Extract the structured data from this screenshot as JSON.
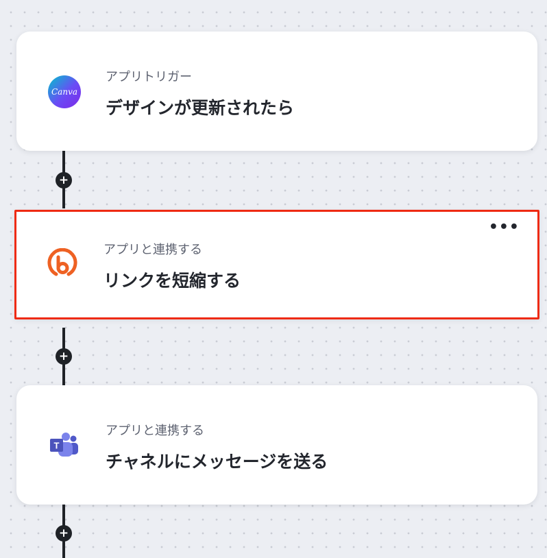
{
  "colors": {
    "canvas_background": "#eceef3",
    "connector": "#1f2227",
    "selection_border": "#ee2a12",
    "bitly_orange": "#ee6123",
    "teams_purple": "#5059c9"
  },
  "flow": {
    "steps": [
      {
        "icon": "canva-logo",
        "logo_text": "Canva",
        "subtitle": "アプリトリガー",
        "title": "デザインが更新されたら",
        "selected": false
      },
      {
        "icon": "bitly-logo",
        "subtitle": "アプリと連携する",
        "title": "リンクを短縮する",
        "selected": true,
        "menu_label": "•••"
      },
      {
        "icon": "microsoft-teams-logo",
        "logo_text": "T",
        "subtitle": "アプリと連携する",
        "title": "チャネルにメッセージを送る",
        "selected": false
      }
    ],
    "add_step_label": "+"
  }
}
